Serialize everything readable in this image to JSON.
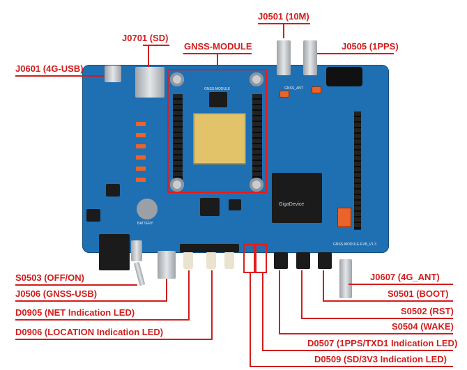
{
  "labels": {
    "j0501": "J0501 (10M)",
    "j0701": "J0701 (SD)",
    "gnss_module": "GNSS-MODULE",
    "j0505": "J0505 (1PPS)",
    "j0601": "J0601 (4G-USB)",
    "s0503": "S0503 (OFF/ON)",
    "j0506": "J0506 (GNSS-USB)",
    "d0905": "D0905 (NET Indication LED)",
    "d0906": "D0906 (LOCATION Indication LED)",
    "j0607": "J0607 (4G_ANT)",
    "s0501": "S0501 (BOOT)",
    "s0502": "S0502 (RST)",
    "s0504": "S0504 (WAKE)",
    "d0507": "D0507 (1PPS/TXD1 Indication LED)",
    "d0509": "D0509 (SD/3V3 Indication LED)"
  },
  "silk": {
    "board_name": "GNSS-MODULE-EVB_V1.3",
    "gnss_module_silk": "GNSS-MODULE",
    "gnss_ant": "GNSS_ANT",
    "cpu_brand": "GigaDevice",
    "battery": "BATTERY"
  },
  "colors": {
    "annotation": "#d21d1d",
    "board": "#1f6fb3"
  }
}
